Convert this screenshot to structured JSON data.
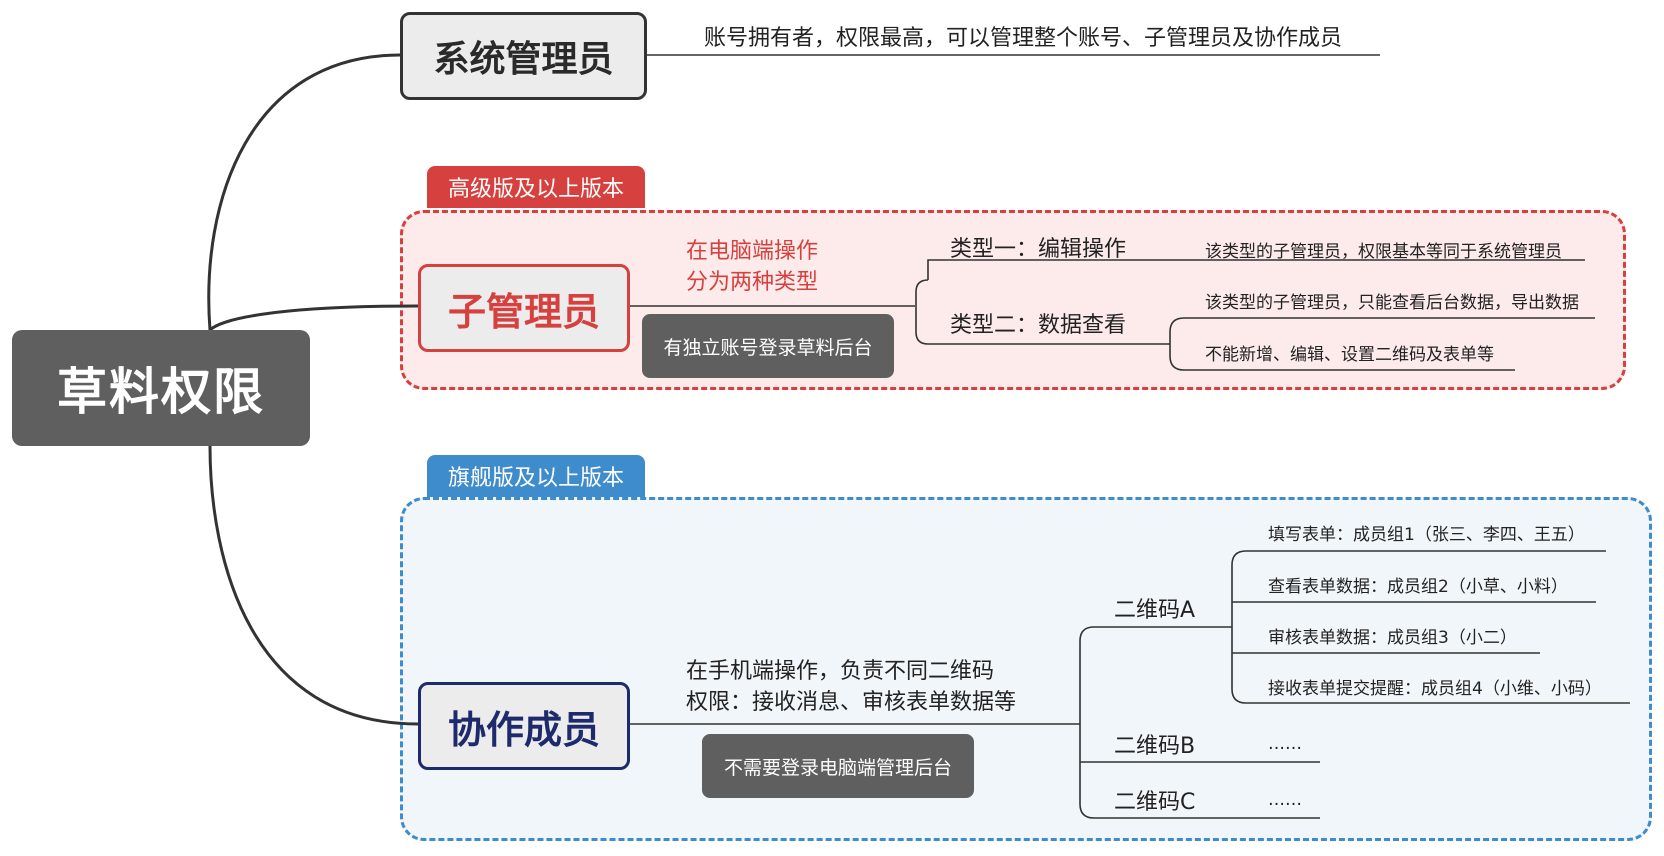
{
  "root": {
    "label": "草料权限"
  },
  "sys_admin": {
    "label": "系统管理员",
    "desc": "账号拥有者，权限最高，可以管理整个账号、子管理员及协作成员"
  },
  "sub_admin": {
    "tag": "高级版及以上版本",
    "label": "子管理员",
    "note_line1": "在电脑端操作",
    "note_line2": "分为两种类型",
    "pill": "有独立账号登录草料后台",
    "type1": {
      "label": "类型一：编辑操作",
      "desc": "该类型的子管理员，权限基本等同于系统管理员"
    },
    "type2": {
      "label": "类型二：数据查看",
      "desc1": "该类型的子管理员，只能查看后台数据，导出数据",
      "desc2": "不能新增、编辑、设置二维码及表单等"
    }
  },
  "collaborator": {
    "tag": "旗舰版及以上版本",
    "label": "协作成员",
    "note_line1": "在手机端操作，负责不同二维码",
    "note_line2": "权限：接收消息、审核表单数据等",
    "pill": "不需要登录电脑端管理后台",
    "qr_a": {
      "label": "二维码A",
      "items": [
        "填写表单：成员组1（张三、李四、王五）",
        "查看表单数据：成员组2（小草、小料）",
        "审核表单数据：成员组3（小二）",
        "接收表单提交提醒：成员组4（小维、小码）"
      ]
    },
    "qr_b": {
      "label": "二维码B",
      "desc": "……"
    },
    "qr_c": {
      "label": "二维码C",
      "desc": "……"
    }
  },
  "colors": {
    "red": "#d6413f",
    "blue": "#3f8ccd",
    "navy": "#1d2a6b",
    "dark": "#5f5f5f",
    "red_bg": "#fdeaea",
    "blue_bg": "#f1f6fb"
  }
}
